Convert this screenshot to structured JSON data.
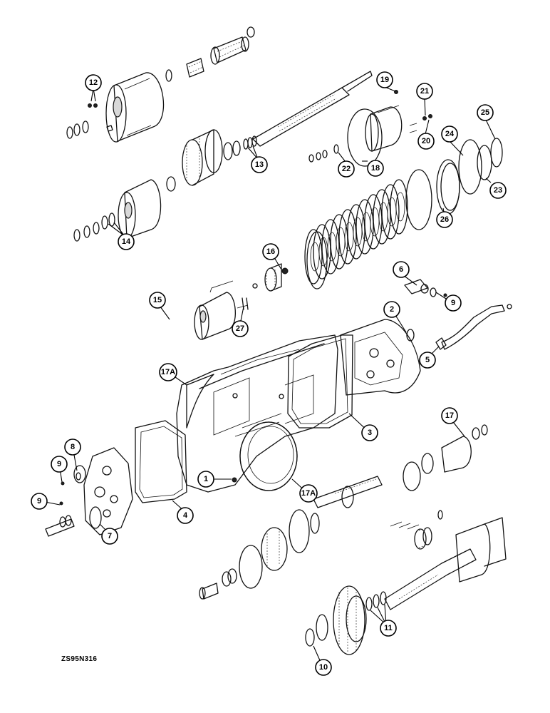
{
  "document_code": "ZS95N316",
  "callouts": {
    "c1": "1",
    "c2": "2",
    "c3": "3",
    "c4": "4",
    "c5": "5",
    "c6": "6",
    "c7": "7",
    "c8": "8",
    "c9a": "9",
    "c9b": "9",
    "c9c": "9",
    "c10": "10",
    "c11": "11",
    "c12": "12",
    "c13": "13",
    "c14": "14",
    "c15": "15",
    "c16": "16",
    "c17": "17",
    "c17a1": "17A",
    "c17a2": "17A",
    "c18": "18",
    "c19": "19",
    "c20": "20",
    "c21": "21",
    "c22": "22",
    "c23": "23",
    "c24": "24",
    "c25": "25",
    "c26": "26",
    "c27": "27"
  }
}
